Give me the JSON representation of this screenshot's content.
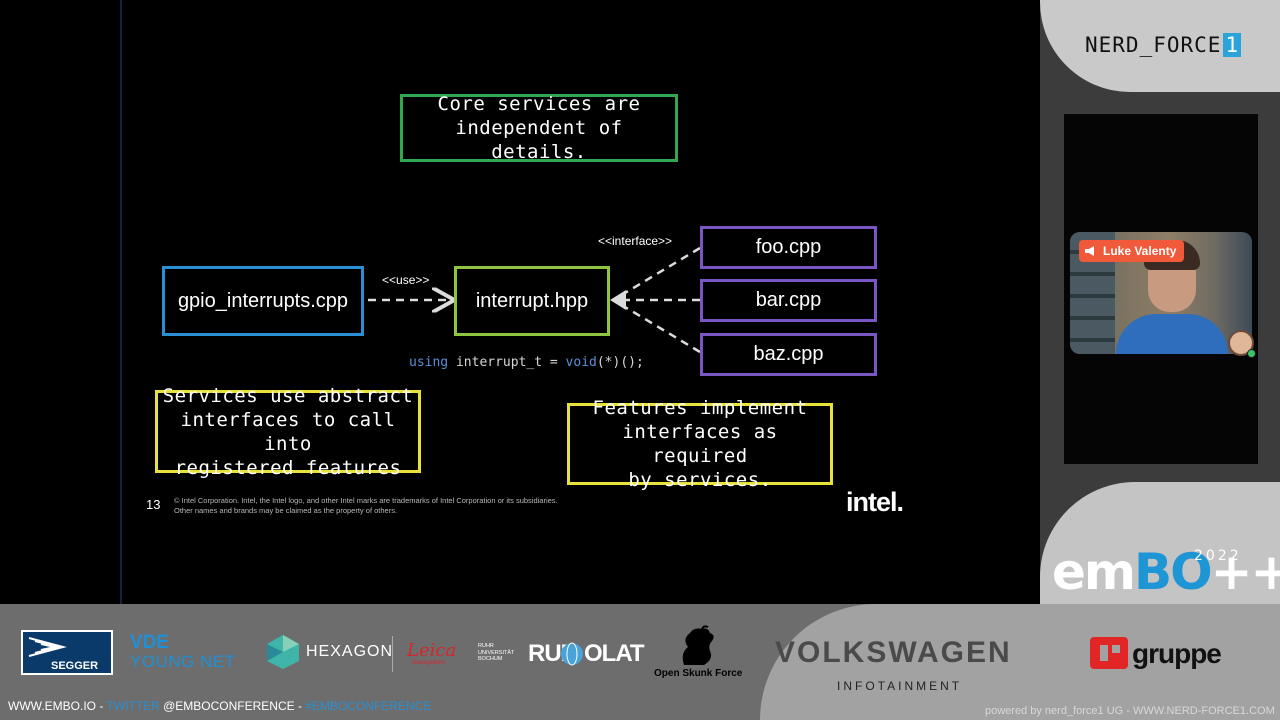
{
  "slide": {
    "top_note": [
      "Core services are",
      "independent of details."
    ],
    "interface_label": "<<interface>>",
    "use_label": "<<use>>",
    "gpio_file": "gpio_interrupts.cpp",
    "interrupt_file": "interrupt.hpp",
    "foo_file": "foo.cpp",
    "bar_file": "bar.cpp",
    "baz_file": "baz.cpp",
    "code_kw1": "using",
    "code_mid": " interrupt_t = ",
    "code_kw2": "void",
    "code_end": "(*)();",
    "left_note": [
      "Services use abstract",
      "interfaces to call into",
      "registered features"
    ],
    "right_note": [
      "Features implement",
      "interfaces as required",
      "by services."
    ],
    "slide_number": "13",
    "legal_line1": "© Intel Corporation.  Intel, the Intel logo, and other Intel marks are trademarks of Intel Corporation or its subsidiaries.",
    "legal_line2": "Other names and brands may be claimed as the property of others.",
    "intel_logo": "intel",
    "colors": {
      "green": "#2fa84f",
      "blue": "#2b8fd6",
      "lime": "#8fc43f",
      "purple": "#7a56c4",
      "yellow": "#e8e23a"
    }
  },
  "brand": {
    "nerd_force_text": "NERD_FORCE",
    "nerd_force_digit": "1",
    "embo_em": "em",
    "embo_bo": "BO",
    "embo_pp": "++",
    "embo_year": "2022"
  },
  "speaker": {
    "name": "Luke Valenty",
    "icons": [
      "speaker-icon",
      "avatar-icon"
    ]
  },
  "sponsors": {
    "segger": "SEGGER",
    "vde_line1": "VDE",
    "vde_line2": "YOUNG NET",
    "hexagon": "HEXAGON",
    "leica": "Leica",
    "leica_sub": "Geosystems",
    "ruhr": [
      "RUHR",
      "UNIVERSITÄT",
      "BOCHUM"
    ],
    "rub": "RUB",
    "oclat": "OLAT",
    "open_skunk": "Open Skunk Force",
    "vw": "VOLKSWAGEN",
    "vw_sub": "INFOTAINMENT",
    "gruppe": "gruppe"
  },
  "footer": {
    "site": "WWW.EMBO.IO - ",
    "twitter_label": "TWITTER",
    "handle": " @EMBOCONFERENCE - ",
    "hashtag": "#EMBOCONFERENCE",
    "powered": "powered by nerd_force1 UG - WWW.NERD-FORCE1.COM"
  }
}
